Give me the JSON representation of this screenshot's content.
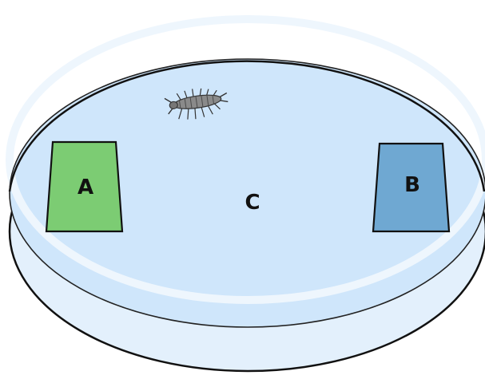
{
  "diagram": {
    "zones": [
      {
        "id": "zone-a",
        "label": "A",
        "color": "#7ccc73"
      },
      {
        "id": "zone-b",
        "label": "B",
        "color": "#6fa8d2"
      },
      {
        "id": "zone-c",
        "label": "C"
      }
    ],
    "dish": {
      "liquid_color": "#cfe6fb",
      "rim_color": "#e3f0fc",
      "outline_color": "#111111"
    },
    "insect": {
      "icon": "woodlouse-icon",
      "color": "#8a8a8a"
    }
  }
}
